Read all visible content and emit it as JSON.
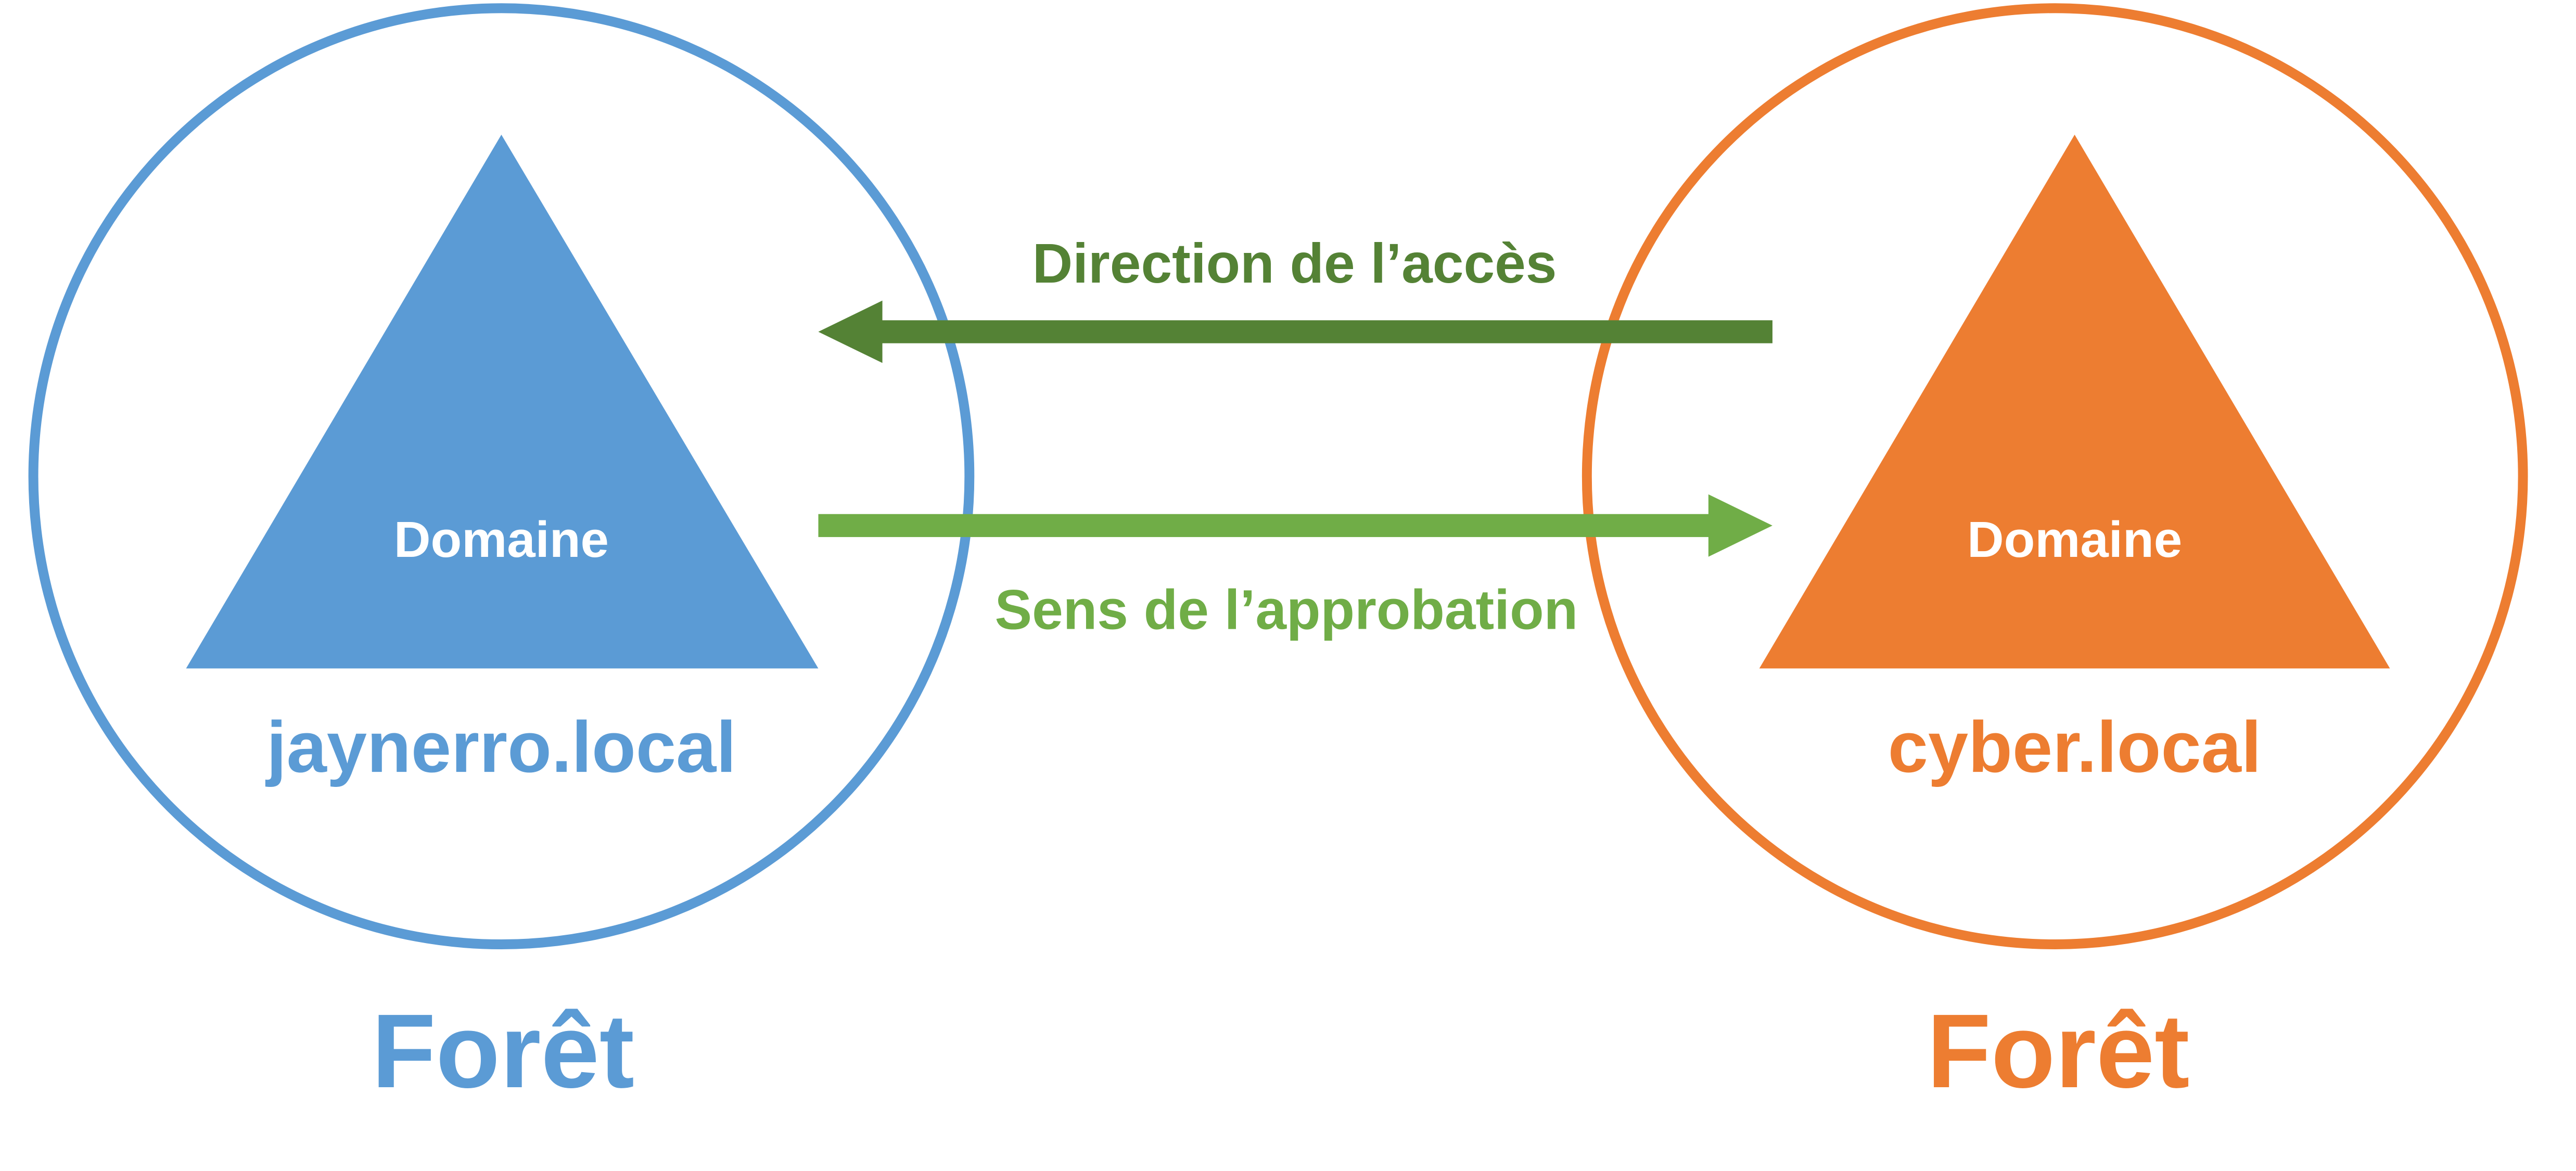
{
  "colors": {
    "left_forest": "#5B9BD5",
    "right_forest": "#ED7D31",
    "access_arrow": "#548235",
    "trust_arrow": "#70AD47"
  },
  "left_forest": {
    "domain_label": "Domaine",
    "domain_name": "jaynerro.local",
    "forest_label": "Forêt"
  },
  "right_forest": {
    "domain_label": "Domaine",
    "domain_name": "cyber.local",
    "forest_label": "Forêt"
  },
  "arrows": {
    "access_label": "Direction de l’accès",
    "trust_label": "Sens de l’approbation"
  }
}
